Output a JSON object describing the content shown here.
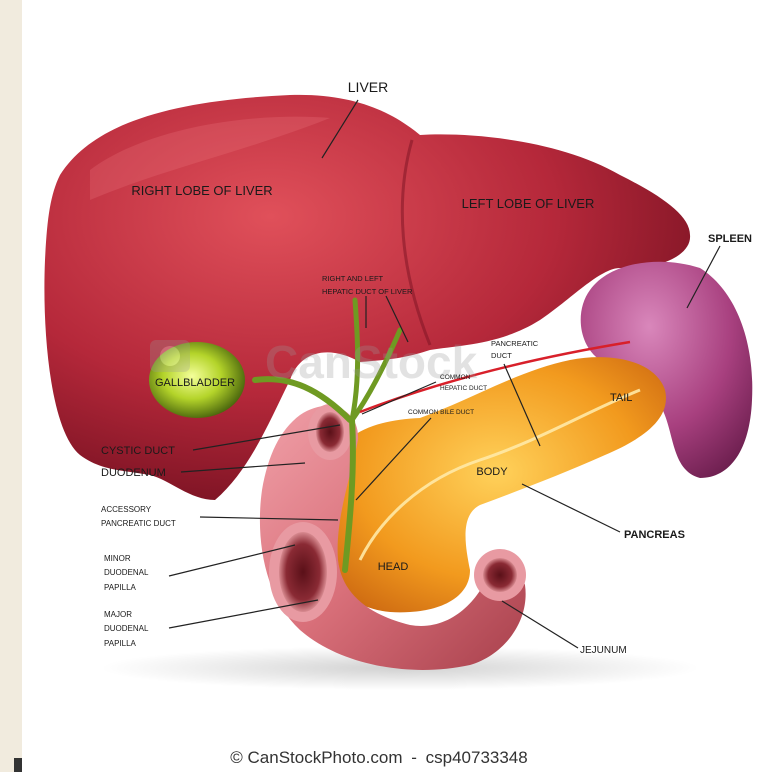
{
  "labels": {
    "liver": "LIVER",
    "right_lobe": "RIGHT LOBE OF LIVER",
    "left_lobe": "LEFT LOBE OF LIVER",
    "spleen": "SPLEEN",
    "hepatic_duct_line1": "RIGHT AND LEFT",
    "hepatic_duct_line2": "HEPATIC DUCT OF LIVER",
    "pancreatic_duct_line1": "PANCREATIC",
    "pancreatic_duct_line2": "DUCT",
    "gallbladder": "GALLBLADDER",
    "common_hepatic_line1": "COMMON",
    "common_hepatic_line2": "HEPATIC DUCT",
    "common_bile_duct": "COMMON BILE DUCT",
    "tail": "TAIL",
    "cystic_duct": "CYSTIC DUCT",
    "duodenum": "DUODENUM",
    "body": "BODY",
    "accessory_line1": "ACCESSORY",
    "accessory_line2": "PANCREATIC DUCT",
    "pancreas": "PANCREAS",
    "minor_line1": "MINOR",
    "minor_line2": "DUODENAL",
    "minor_line3": "PAPILLA",
    "head": "HEAD",
    "major_line1": "MAJOR",
    "major_line2": "DUODENAL",
    "major_line3": "PAPILLA",
    "jejunum": "JEJUNUM"
  },
  "watermark": "CanStock",
  "credit": {
    "site": "© CanStockPhoto.com",
    "separator": "-",
    "image_code": "csp40733348"
  },
  "colors": {
    "liver": "#b5283a",
    "spleen": "#a8407f",
    "pancreas": "#f29a1e",
    "duodenum": "#d9707a",
    "gallbladder": "#9bc21e",
    "ducts": "#6f9a22"
  }
}
